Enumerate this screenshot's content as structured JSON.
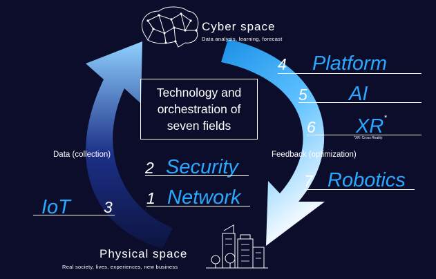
{
  "cyber": {
    "title": "Cyber space",
    "subtitle": "Data analysis, learning, forecast",
    "icon": "brain-network-icon"
  },
  "physical": {
    "title": "Physical space",
    "subtitle": "Real society, lives, experiences, new business",
    "icon": "city-buildings-icon"
  },
  "center_box": {
    "line1": "Technology and",
    "line2": "orchestration of",
    "line3": "seven fields"
  },
  "flows": {
    "left": "Data (collection)",
    "right": "Feedback (optimization)"
  },
  "fields": [
    {
      "number": "1",
      "name": "Network"
    },
    {
      "number": "2",
      "name": "Security"
    },
    {
      "number": "3",
      "name": "IoT"
    },
    {
      "number": "4",
      "name": "Platform"
    },
    {
      "number": "5",
      "name": "AI"
    },
    {
      "number": "6",
      "name": "XR"
    },
    {
      "number": "7",
      "name": "Robotics"
    }
  ],
  "xr_note": {
    "mark": "*",
    "text": "*XR: Cross Reality"
  },
  "colors": {
    "background": "#0b0d2a",
    "accent": "#2aa8ff",
    "arrow_dark": "#1b2f86",
    "arrow_light": "#e8f6ff"
  }
}
